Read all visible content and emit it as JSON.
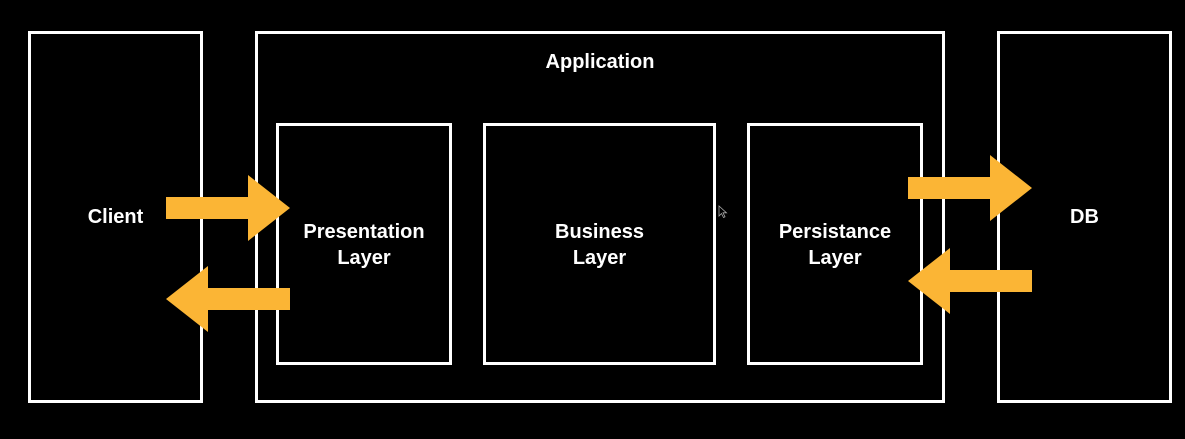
{
  "diagram": {
    "client": {
      "label": "Client"
    },
    "application": {
      "label": "Application",
      "layers": [
        {
          "line1": "Presentation",
          "line2": "Layer"
        },
        {
          "line1": "Business",
          "line2": "Layer"
        },
        {
          "line1": "Persistance",
          "line2": "Layer"
        }
      ]
    },
    "db": {
      "label": "DB"
    },
    "arrows": [
      {
        "name": "client-to-presentation",
        "direction": "right"
      },
      {
        "name": "presentation-to-client",
        "direction": "left"
      },
      {
        "name": "persistence-to-db",
        "direction": "right"
      },
      {
        "name": "db-to-persistence",
        "direction": "left"
      }
    ],
    "colors": {
      "background": "#000000",
      "stroke": "#ffffff",
      "arrow": "#FBB535",
      "text": "#ffffff"
    },
    "icons": [
      "mouse-cursor-icon"
    ]
  }
}
